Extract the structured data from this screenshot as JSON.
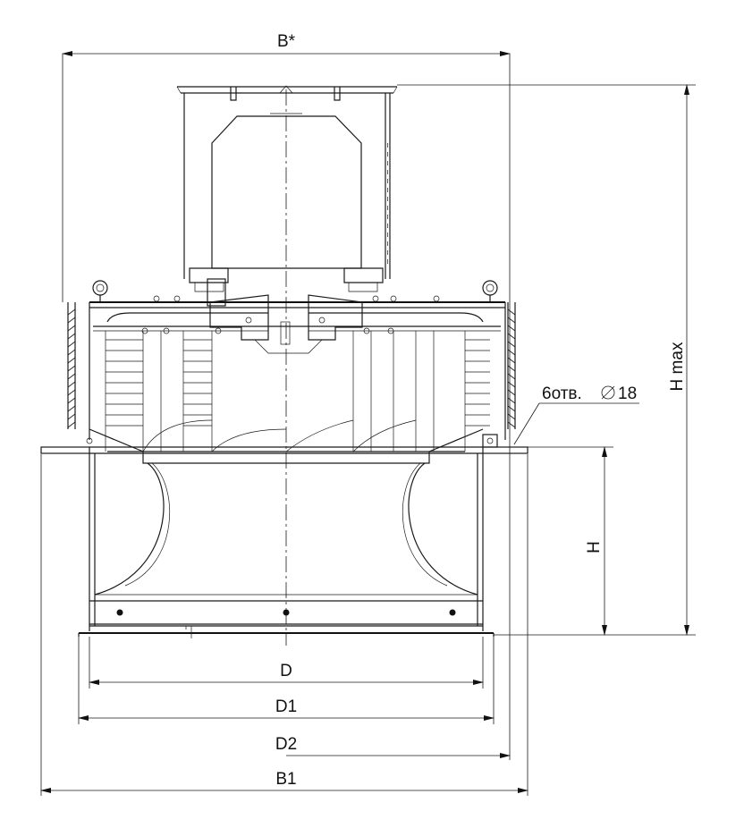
{
  "drawing": {
    "dimensions": {
      "b_star": "B*",
      "h_max": "H max",
      "h": "H",
      "holes_count": "6отв.",
      "holes_diameter": "18",
      "d": "D",
      "d1": "D1",
      "d2": "D2",
      "b1": "B1"
    },
    "colors": {
      "line": "#1a1a1a",
      "background": "#ffffff"
    },
    "icons": {
      "diameter": "diameter-symbol-icon",
      "arrow": "arrowhead-icon",
      "lifting_eye": "lifting-eye-icon"
    }
  }
}
